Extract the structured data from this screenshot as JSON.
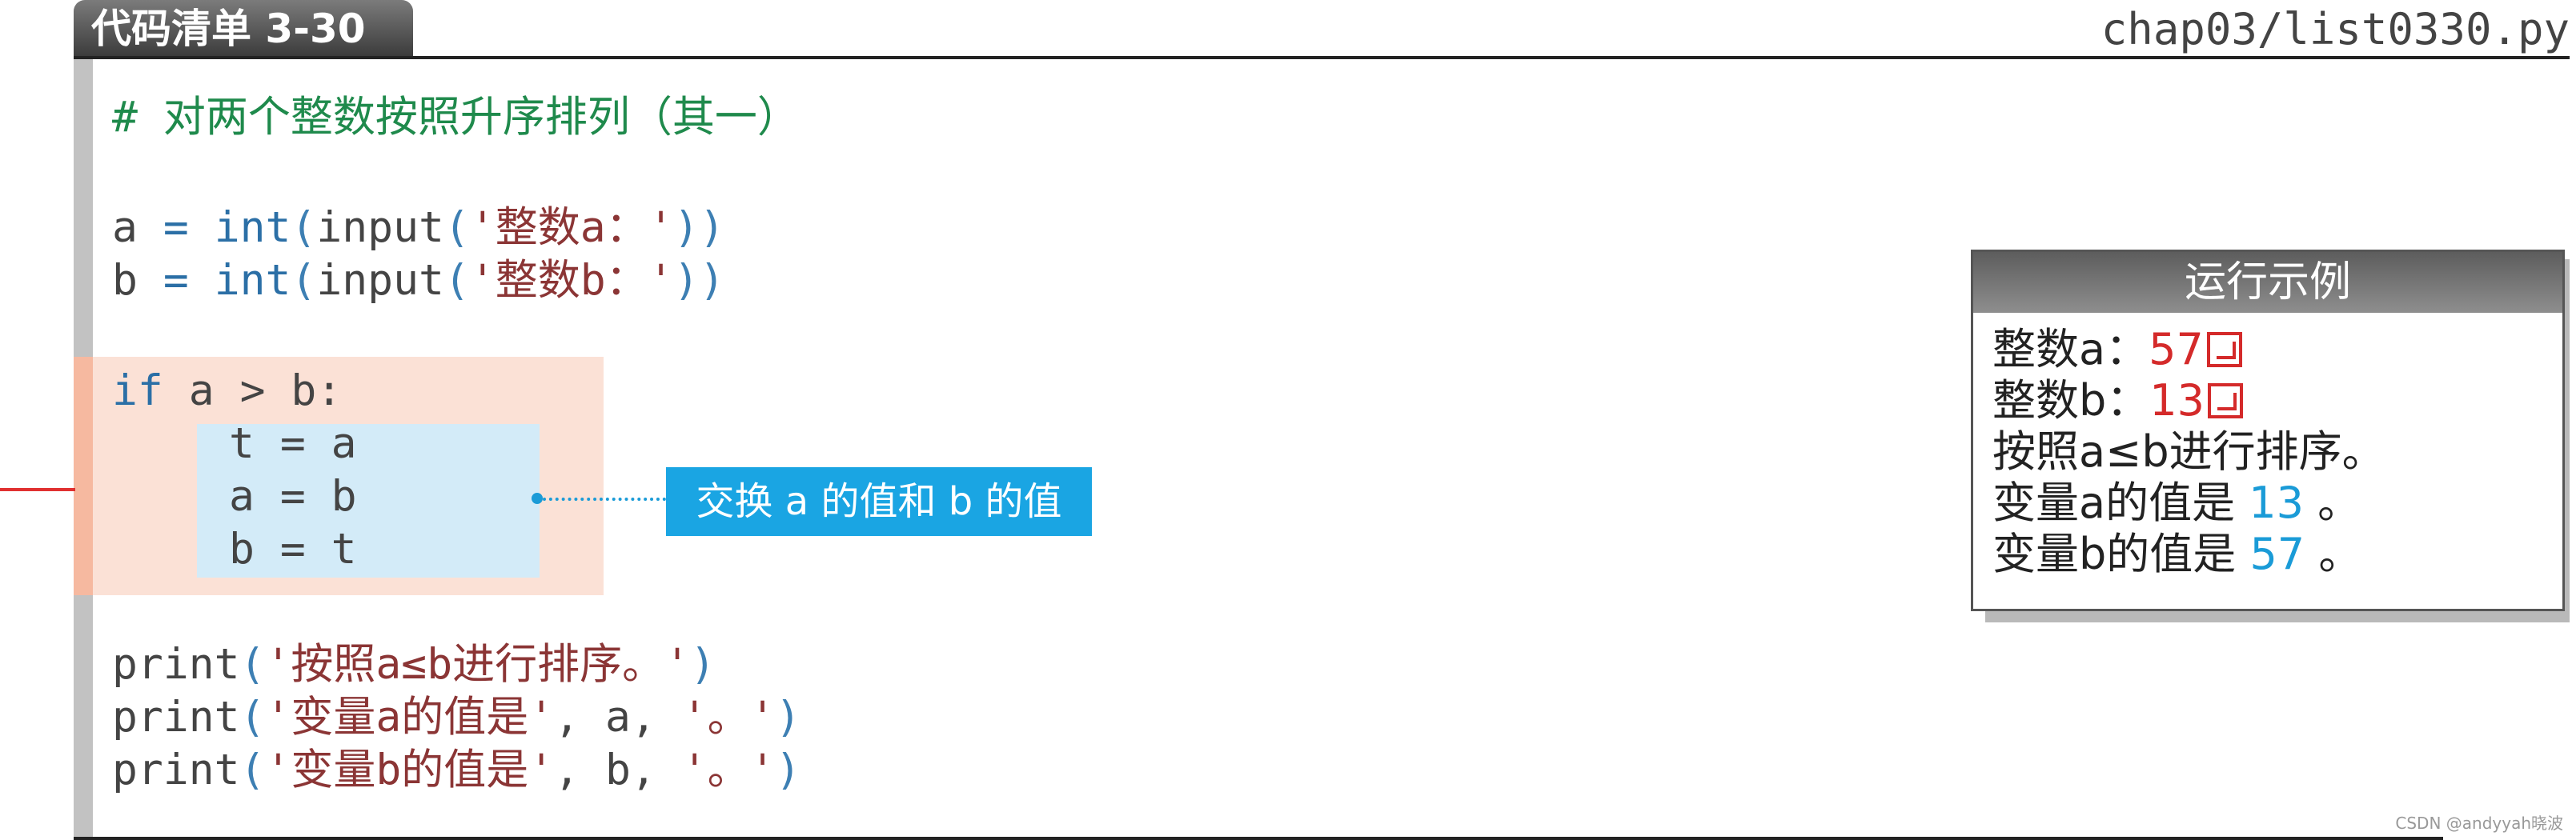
{
  "header": {
    "listing_label": "代码清单 3-30",
    "file_path": "chap03/list0330.py"
  },
  "code": {
    "comment": "# 对两个整数按照升序排列（其一）",
    "line_a": {
      "var": "a",
      "eq": "=",
      "func": "int",
      "open1": "(",
      "func2": "input",
      "open2": "(",
      "str": "'整数a：'",
      "close": "))"
    },
    "line_b": {
      "var": "b",
      "eq": "=",
      "func": "int",
      "open1": "(",
      "func2": "input",
      "open2": "(",
      "str": "'整数b：'",
      "close": "))"
    },
    "if_line": {
      "kw": "if",
      "cond": "a > b:"
    },
    "body": [
      "t = a",
      "a = b",
      "b = t"
    ],
    "print1": {
      "fn": "print",
      "open": "(",
      "str": "'按照a≤b进行排序。'",
      "close": ")"
    },
    "print2": {
      "fn": "print",
      "open": "(",
      "str1": "'变量a的值是'",
      "sep1": ", a, ",
      "str2": "'。'",
      "close": ")"
    },
    "print3": {
      "fn": "print",
      "open": "(",
      "str1": "'变量b的值是'",
      "sep1": ", b, ",
      "str2": "'。'",
      "close": ")"
    }
  },
  "callout": {
    "text": "交换 a 的值和 b 的值"
  },
  "run_example": {
    "title": "运行示例",
    "line1": {
      "label": "整数a：",
      "value": "57"
    },
    "line2": {
      "label": "整数b：",
      "value": "13"
    },
    "line3": {
      "text": "按照a≤b进行排序。"
    },
    "line4": {
      "label": "变量a的值是 ",
      "value": "13",
      "suffix": " 。"
    },
    "line5": {
      "label": "变量b的值是 ",
      "value": "57",
      "suffix": " 。"
    }
  },
  "watermark": "CSDN @andyyah晓波",
  "colors": {
    "comment": "#1f8a4c",
    "keyword": "#2b6fa6",
    "string": "#8b3535",
    "input_value": "#d42a2a",
    "output_value": "#1a9bd7",
    "callout_bg": "#1aa5e3"
  }
}
